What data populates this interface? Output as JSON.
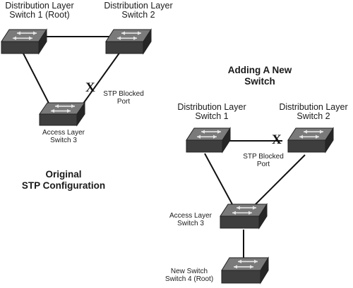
{
  "left_diagram": {
    "caption_line1": "Original",
    "caption_line2": "STP  Configuration",
    "switches": [
      {
        "id": "dist1",
        "line1": "Distribution Layer",
        "line2": "Switch 1 (Root)"
      },
      {
        "id": "dist2",
        "line1": "Distribution Layer",
        "line2": "Switch 2"
      },
      {
        "id": "access3",
        "line1": "Access Layer",
        "line2": "Switch 3"
      }
    ],
    "blocked_marker": "X",
    "blocked_label_line1": "STP Blocked",
    "blocked_label_line2": "Port"
  },
  "right_diagram": {
    "title_line1": "Adding A New",
    "title_line2": "Switch",
    "switches": [
      {
        "id": "dist1",
        "line1": "Distribution Layer",
        "line2": "Switch 1"
      },
      {
        "id": "dist2",
        "line1": "Distribution Layer",
        "line2": "Switch 2"
      },
      {
        "id": "access3",
        "line1": "Access Layer",
        "line2": "Switch 3"
      },
      {
        "id": "new4",
        "line1": "New Switch",
        "line2": "Switch 4 (Root)"
      }
    ],
    "blocked_marker": "X",
    "blocked_label_line1": "STP Blocked",
    "blocked_label_line2": "Port"
  },
  "colors": {
    "switch_top": "#7a7a7a",
    "switch_front": "#3e3e3e",
    "switch_side": "#262626",
    "arrow": "#e6e6e6",
    "link": "#111111"
  }
}
